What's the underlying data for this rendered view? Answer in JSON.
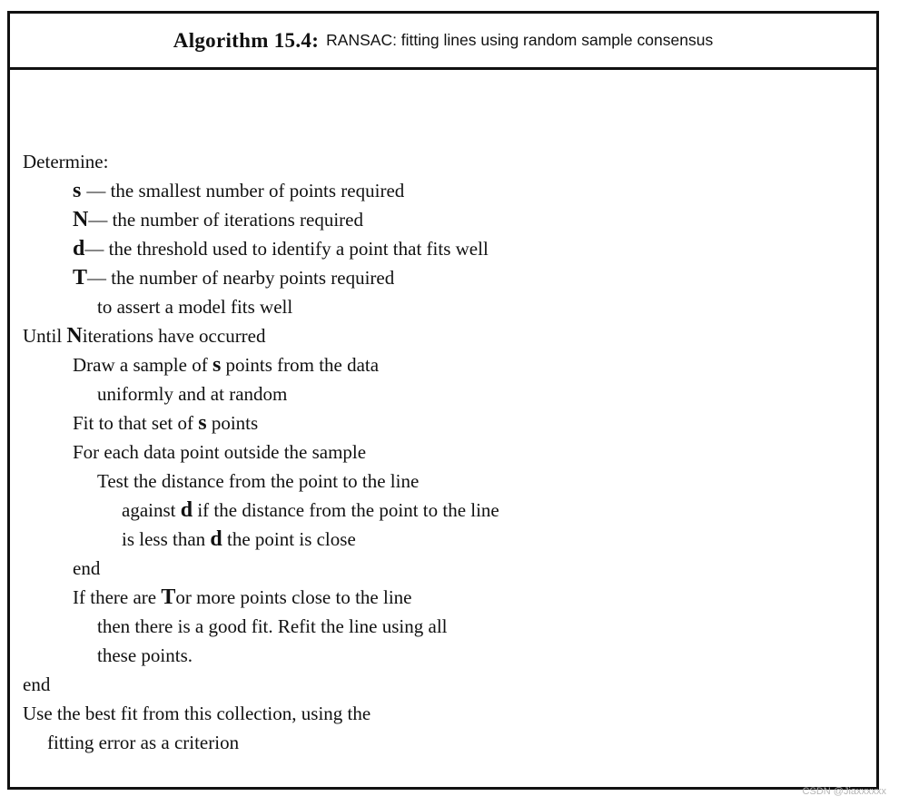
{
  "header": {
    "algorithm_number": "Algorithm 15.4:",
    "title": "RANSAC: fitting lines using random sample consensus"
  },
  "lines": {
    "determine": "Determine:",
    "s_var": "s",
    "s_desc": "— the smallest number of points required",
    "n_var": "N",
    "n_desc": "— the number of iterations required",
    "d_var": "d",
    "d_desc": "— the threshold used to identify a point that fits well",
    "t_var": "T",
    "t_desc": "— the number of nearby points required",
    "t_desc_cont": "to assert a model fits well",
    "until_a": "Until",
    "until_var": "N",
    "until_b": "iterations have occurred",
    "draw_a": "Draw a sample of",
    "draw_var": "s",
    "draw_b": "points from the data",
    "draw_cont": "uniformly and at random",
    "fit_a": "Fit to that set of",
    "fit_var": "s",
    "fit_b": "points",
    "foreach": "For each data point outside the sample",
    "test": "Test the distance from the point to the line",
    "against_a": "against",
    "against_var": "d",
    "against_b": "if the distance from the point to the line",
    "less_a": "is less than",
    "less_var": "d",
    "less_b": "the point is close",
    "end_inner": "end",
    "if_a": "If there are",
    "if_var": "T",
    "if_b": "or more points close to the line",
    "then": "then there is a good fit. Refit the line using all",
    "these": "these points.",
    "end_outer": "end",
    "use_best": "Use the best fit from this collection, using the",
    "fitting_error": "fitting error as a criterion"
  },
  "watermark": "CSDN @Jiaxxxxxx"
}
